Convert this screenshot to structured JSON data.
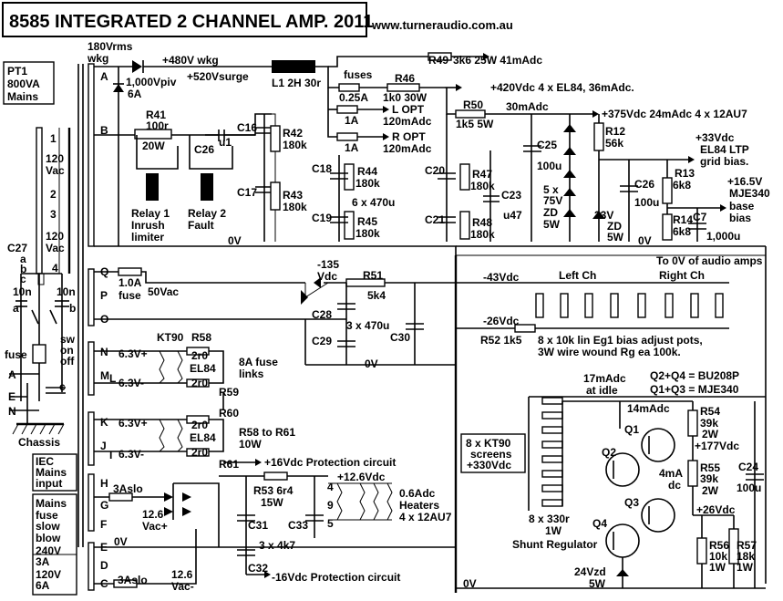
{
  "title": "8585 INTEGRATED 2 CHANNEL AMP. 2011",
  "website": "www.turneraudio.com.au",
  "transformer": {
    "name": "PT1",
    "rating": "800VA",
    "type": "Mains",
    "sec_rating": "180Vrms",
    "sec_rating2": "wkg",
    "pri1": "120",
    "pri1b": "Vac",
    "pri2": "120",
    "pri2b": "Vac",
    "pins": {
      "p1": "1",
      "p2": "2",
      "p3": "3",
      "p4": "4"
    },
    "taps": {
      "A": "A",
      "B": "B",
      "Q": "Q",
      "P": "P",
      "O": "O",
      "N": "N",
      "M": "M",
      "L": "L",
      "K": "K",
      "J": "J",
      "I": "I",
      "H": "H",
      "G": "G",
      "F": "F",
      "E": "E",
      "D": "D",
      "C": "C"
    }
  },
  "mains": {
    "c27": "C27",
    "c27a": "a",
    "c27b": "b",
    "c27c": "c",
    "cap_a": "10n",
    "cap_b": "10n",
    "a": "a",
    "b": "b",
    "c": "c",
    "fuse": "fuse",
    "switch1": "sw",
    "switch2": "on",
    "switch3": "off",
    "A": "A",
    "E": "E",
    "N": "N",
    "chassis": "Chassis",
    "iec1": "IEC",
    "iec2": "Mains",
    "iec3": "input",
    "mf1": "Mains",
    "mf2": "fuse",
    "mf3": "slow",
    "mf4": "blow",
    "mf5": "240V",
    "mf6": "3A",
    "mf7": "120V",
    "mf8": "6A"
  },
  "hv_supply": {
    "v_wkg": "+480V wkg",
    "v_surge": "+520Vsurge",
    "diode": "1,000Vpiv",
    "diode2": "6A",
    "choke": "L1 2H 30r",
    "r41": "R41",
    "r41v": "100r",
    "r41w": "20W",
    "c26a": "C26",
    "c26v": "u1",
    "relay1": "Relay 1",
    "relay1b": "Inrush",
    "relay1c": "limiter",
    "relay2": "Relay 2",
    "relay2b": "Fault",
    "zero_v": "0V",
    "c16": "C16",
    "c17": "C17",
    "r42": "R42",
    "r42v": "180k",
    "r43": "R43",
    "r43v": "180k",
    "fuses": "fuses",
    "f025": "0.25A",
    "f1a": "1A",
    "f1b": "1A",
    "r46": "R46",
    "r46v": "1k0 30W",
    "l_opt": "L OPT",
    "l_opt_i": "120mAdc",
    "r_opt": "R OPT",
    "r_opt_i": "120mAdc",
    "r49": "R49",
    "r49v": "3k6 25W 41mAdc",
    "v420": "+420Vdc 4 x EL84, 36mAdc.",
    "r50": "R50",
    "r50v": "1k5 5W",
    "i30": "30mAdc",
    "v375": "+375Vdc 24mAdc 4 x 12AU7",
    "c18": "C18",
    "c19": "C19",
    "r44": "R44",
    "r44v": "180k",
    "r45": "R45",
    "r45v": "180k",
    "caps6": "6 x 470u",
    "c20": "C20",
    "c21": "C21",
    "r47": "R47",
    "r47v": "180k",
    "r48": "R48",
    "r48v": "180k",
    "c23": "C23",
    "c23v": "u47",
    "c25": "C25",
    "c25v": "100u",
    "zd5": "5 x",
    "zd5v": "75V",
    "zd5t": "ZD",
    "zd5w": "5W",
    "zd33": "33V",
    "zd33t": "ZD",
    "zd33w": "5W",
    "r12": "R12",
    "r12v": "56k",
    "c26b": "C26",
    "c26bv": "100u",
    "v33": "+33Vdc",
    "v33b": "EL84 LTP",
    "v33c": "grid bias.",
    "r13": "R13",
    "r13v": "6k8",
    "r14": "R14",
    "r14v": "6k8",
    "c7": "C7",
    "c7v": "1,000u",
    "v165": "+16.5V",
    "v165b": "MJE340",
    "v165c": "base",
    "v165d": "bias",
    "zero_v2": "0V",
    "to_0v": "To 0V of audio amps"
  },
  "bias": {
    "fuse": "1.0A",
    "fuse_b": "fuse",
    "v50": "50Vac",
    "v135": "-135",
    "v135b": "Vdc",
    "r51": "R51",
    "r51v": "5k4",
    "c28": "C28",
    "c29": "C29",
    "c30": "C30",
    "caps3": "3 x 470u",
    "zero_v": "0V",
    "v43": "-43Vdc",
    "left": "Left Ch",
    "right": "Right Ch",
    "v26": "-26Vdc",
    "r52": "R52 1k5",
    "pots": "8 x 10k lin Eg1 bias adjust pots,",
    "pots2": "3W wire wound Rg ea 100k."
  },
  "heaters": {
    "kt90": "KT90",
    "v63a": "6.3V+",
    "v63b": "6.3V-",
    "v63c": "6.3V+",
    "v63d": "6.3V-",
    "r58": "R58",
    "r58v": "2r0",
    "r59": "R59",
    "r59v": "2r0",
    "r60": "R60",
    "r60v": "2r0",
    "r61": "R61",
    "r61v": "2r0",
    "el84a": "EL84",
    "el84b": "EL84",
    "fuse8": "8A fuse",
    "fuse8b": "links",
    "r58_61": "R58 to R61",
    "r58_61w": "10W",
    "prot16": "+16Vdc Protection circuit",
    "slo": "3Aslo",
    "v126": "12.6",
    "v126b": "Vac+",
    "r53": "R53 6r4",
    "r53w": "15W",
    "c31": "C31",
    "c32": "C32",
    "c33": "C33",
    "caps": "3 x 4k7",
    "v126dc": "+12.6Vdc",
    "h4": "4",
    "h9": "9",
    "h5": "5",
    "heat": "0.6Adc",
    "heat2": "Heaters",
    "heat3": "4 x 12AU7",
    "prot_neg": "-16Vdc Protection circuit",
    "zero_v": "0V",
    "slo2": "3Aslo",
    "v126c": "12.6",
    "v126d": "Vac-"
  },
  "shunt": {
    "i17": "17mAdc",
    "idle": "at idle",
    "q24": "Q2+Q4 = BU208P",
    "q13": "Q1+Q3 = MJE340",
    "i14": "14mAdc",
    "q1": "Q1",
    "q2": "Q2",
    "q3": "Q3",
    "q4": "Q4",
    "r54": "R54",
    "r54v": "39k",
    "r54w": "2W",
    "v177": "+177Vdc",
    "r55": "R55",
    "r55v": "39k",
    "r55w": "2W",
    "i4": "4mA",
    "i4b": "dc",
    "c24": "C24",
    "c24v": "100u",
    "v26": "+26Vdc",
    "kt1": "8 x KT90",
    "kt2": "screens",
    "kt3": "+330Vdc",
    "res8": "8 x 330r",
    "res8w": "1W",
    "title": "Shunt Regulator",
    "r56": "R56",
    "r56v": "10k",
    "r56w": "1W",
    "r57": "R57",
    "r57v": "18k",
    "r57w": "1W",
    "zd24": "24Vzd",
    "zd24w": "5W",
    "zero_v": "0V"
  }
}
